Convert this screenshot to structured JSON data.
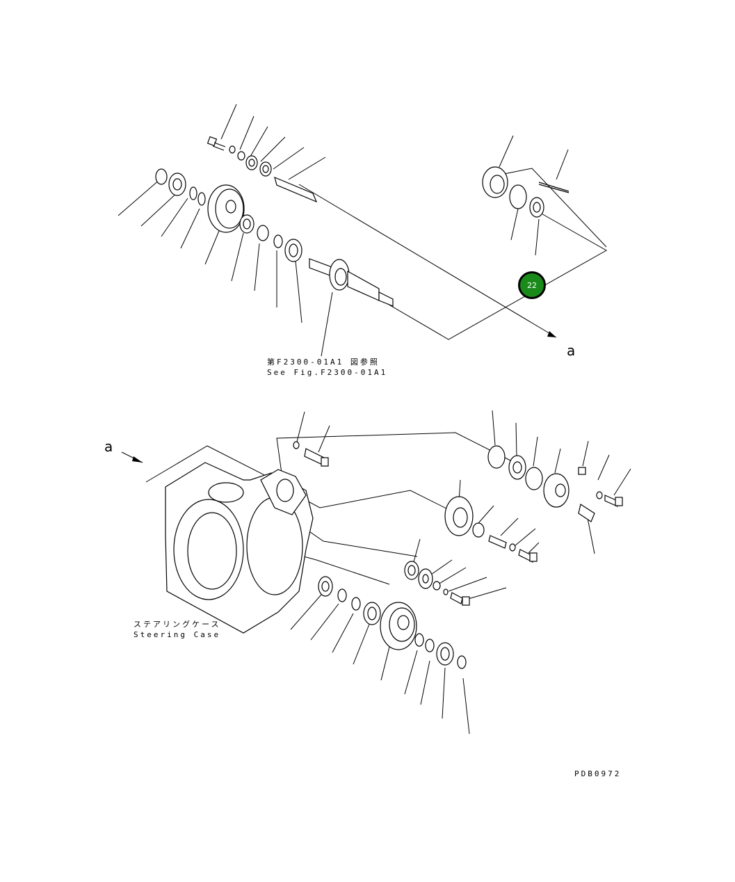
{
  "diagram": {
    "ref_jp": "第F2300-01A1 図参照",
    "ref_en": "See Fig.F2300-01A1",
    "arrow_label_top": "a",
    "arrow_label_bottom": "a",
    "case_jp": "ステアリングケース",
    "case_en": "Steering Case",
    "drawing_code": "PDB0972"
  },
  "callout": {
    "number": "22",
    "color": "#1a8a1a"
  }
}
